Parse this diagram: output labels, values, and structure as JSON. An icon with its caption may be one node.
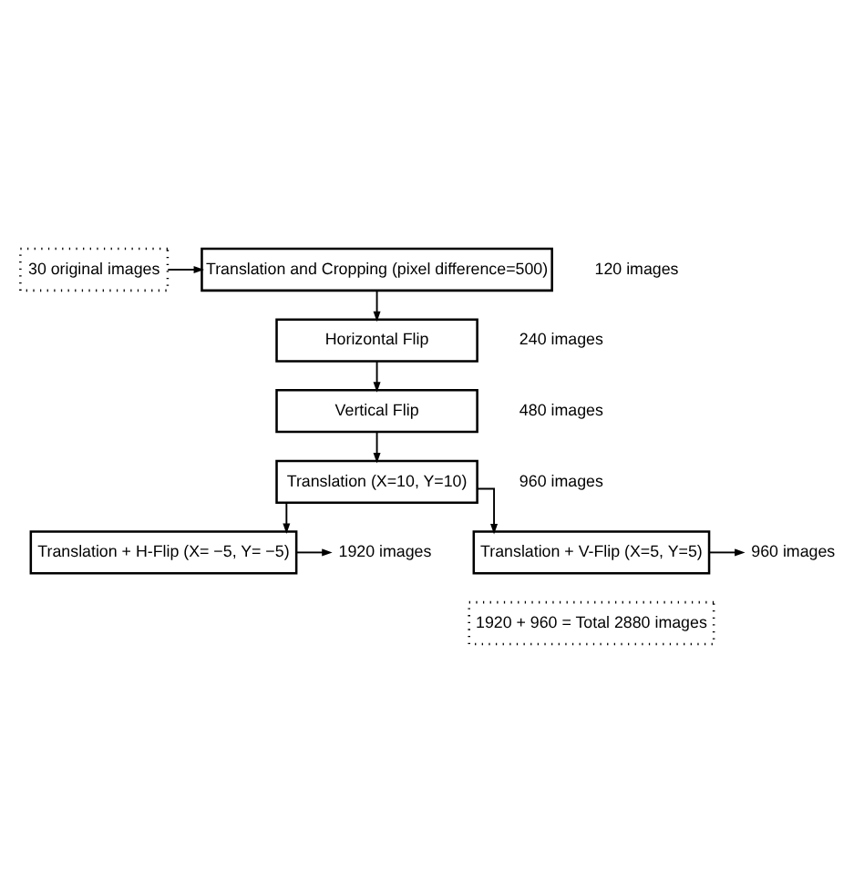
{
  "diagram": {
    "nodes": [
      {
        "text": [
          "30 original images"
        ]
      },
      {
        "text": [
          "Translation and Cropping (pixel difference=500)"
        ],
        "beside": [
          "120 images"
        ]
      },
      {
        "text": [
          "Horizontal Flip"
        ],
        "beside": [
          "240 images"
        ]
      },
      {
        "text": [
          "Vertical Flip"
        ],
        "beside": [
          "480 images"
        ]
      },
      {
        "text": [
          "Translation (X=10, Y=10)"
        ],
        "beside": [
          "960 images"
        ]
      },
      {
        "text": [
          "Translation + H-Flip (X= −5, Y= −5)"
        ]
      },
      {
        "text": [
          "1920 images"
        ]
      },
      {
        "text": [
          "Translation + V-Flip (X=5, Y=5)"
        ]
      },
      {
        "text": [
          "960 images"
        ]
      },
      {
        "text": [
          "1920 + 960 = Total 2880 images"
        ]
      }
    ],
    "edges": [
      {
        "from": 0,
        "to": 1,
        "arrow": "to"
      },
      {
        "from": 1,
        "to": 2,
        "arrow": "to"
      },
      {
        "from": 2,
        "to": 3,
        "arrow": "to"
      },
      {
        "from": 3,
        "to": 4,
        "arrow": "to"
      },
      {
        "from": 4,
        "to": 5,
        "arrow": "to"
      },
      {
        "from": 4,
        "to": 7,
        "arrow": "to"
      },
      {
        "from": 5,
        "to": 6,
        "arrow": "to"
      },
      {
        "from": 7,
        "to": 8,
        "arrow": "to"
      }
    ]
  }
}
